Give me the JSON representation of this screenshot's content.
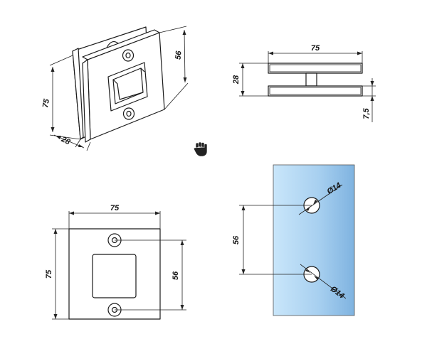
{
  "iso_view": {
    "height_label": "75",
    "side_label": "56",
    "depth_label": "28"
  },
  "side_view": {
    "width_label": "75",
    "height_label": "28",
    "plate_label": "7,5"
  },
  "cursor": {
    "icon": "hand-grab-icon"
  },
  "front_view": {
    "width_label": "75",
    "height_label": "75",
    "hole_spacing_label": "56"
  },
  "glass_view": {
    "hole_spacing_label": "56",
    "hole_top_label": "Ø14",
    "hole_bottom_label": "Ø14",
    "glass_color": "#a9d2f0"
  }
}
